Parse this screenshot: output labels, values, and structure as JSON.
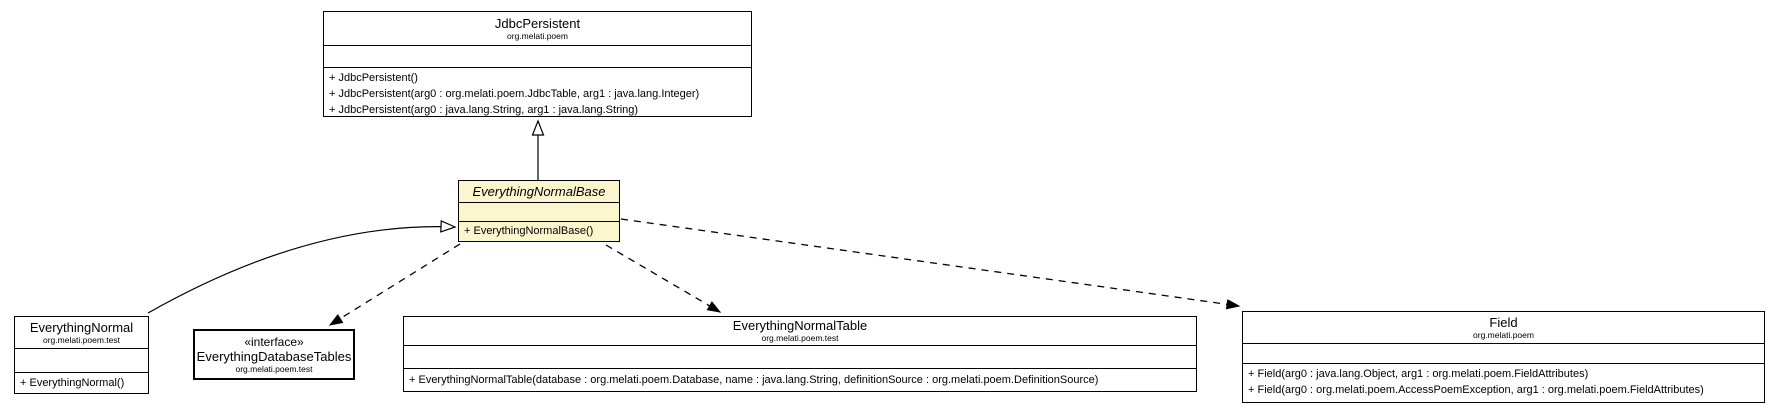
{
  "diagram": {
    "title": "UML class diagram",
    "colors": {
      "abstract_class_fill": "#FCF6CE",
      "class_fill": "#FFFFFF",
      "line": "#000000",
      "background": "#FFFFFF"
    },
    "classes": {
      "jdbc_persistent": {
        "name": "JdbcPersistent",
        "package": "org.melati.poem",
        "methods": [
          "+ JdbcPersistent()",
          "+ JdbcPersistent(arg0 : org.melati.poem.JdbcTable, arg1 : java.lang.Integer)",
          "+ JdbcPersistent(arg0 : java.lang.String, arg1 : java.lang.String)"
        ]
      },
      "everything_normal_base": {
        "name": "EverythingNormalBase",
        "abstract": true,
        "methods": [
          "+ EverythingNormalBase()"
        ]
      },
      "everything_normal": {
        "name": "EverythingNormal",
        "package": "org.melati.poem.test",
        "methods": [
          "+ EverythingNormal()"
        ]
      },
      "everything_database_tables": {
        "stereotype": "«interface»",
        "name": "EverythingDatabaseTables",
        "package": "org.melati.poem.test",
        "methods": []
      },
      "everything_normal_table": {
        "name": "EverythingNormalTable",
        "package": "org.melati.poem.test",
        "methods": [
          "+ EverythingNormalTable(database : org.melati.poem.Database, name : java.lang.String, definitionSource : org.melati.poem.DefinitionSource)"
        ]
      },
      "field": {
        "name": "Field",
        "package": "org.melati.poem",
        "methods": [
          "+ Field(arg0 : java.lang.Object, arg1 : org.melati.poem.FieldAttributes)",
          "+ Field(arg0 : org.melati.poem.AccessPoemException, arg1 : org.melati.poem.FieldAttributes)"
        ]
      }
    },
    "relations": [
      {
        "type": "generalization",
        "from": "EverythingNormalBase",
        "to": "JdbcPersistent"
      },
      {
        "type": "generalization",
        "from": "EverythingNormal",
        "to": "EverythingNormalBase"
      },
      {
        "type": "dependency",
        "from": "EverythingNormalBase",
        "to": "EverythingDatabaseTables"
      },
      {
        "type": "dependency",
        "from": "EverythingNormalBase",
        "to": "EverythingNormalTable"
      },
      {
        "type": "dependency",
        "from": "EverythingNormalBase",
        "to": "Field"
      }
    ]
  }
}
